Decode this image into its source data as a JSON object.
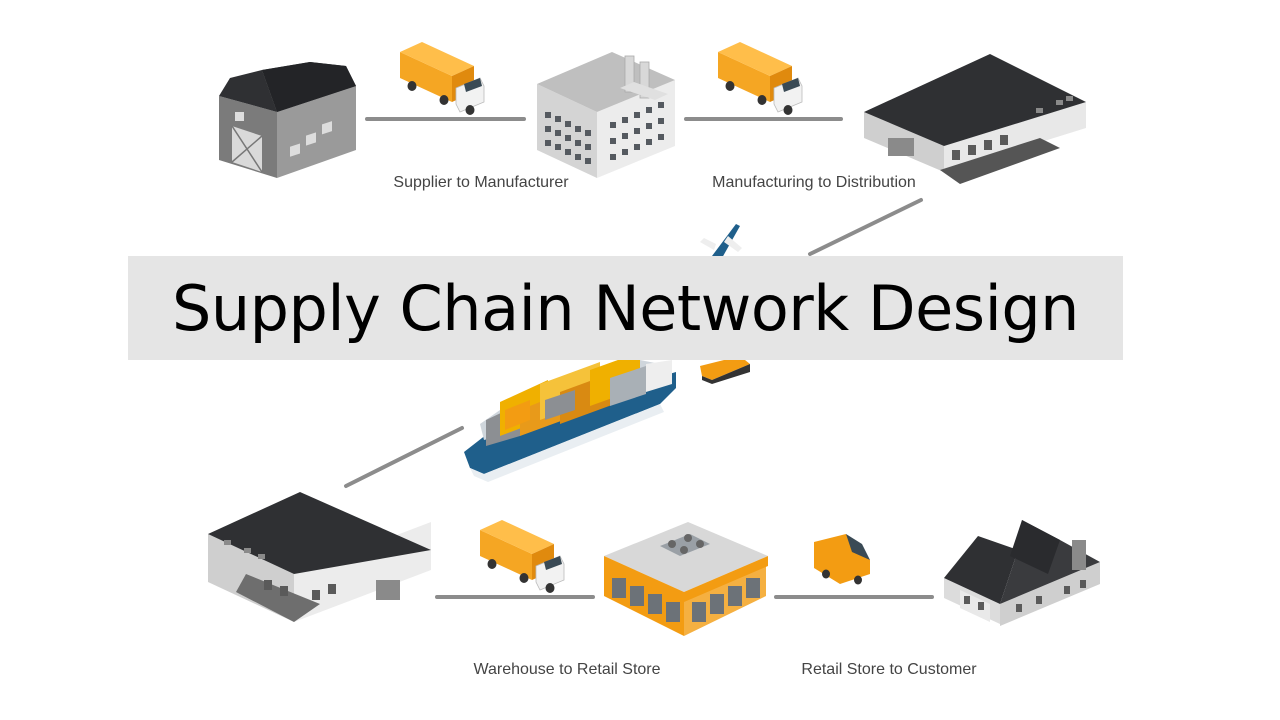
{
  "title": "Supply Chain Network Design",
  "captions": {
    "supplier_to_manufacturer": "Supplier to Manufacturer",
    "manufacturing_to_distribution": "Manufacturing to Distribution",
    "warehouse_to_retail_store": "Warehouse to Retail Store",
    "retail_store_to_customer": "Retail Store to Customer"
  },
  "colors": {
    "truck_cargo": "#f39c12",
    "roof_dark": "#2f3033",
    "wall_light": "#e6e6e6",
    "connector_gray": "#8c8c8c",
    "title_band": "#e5e5e5",
    "ship_hull": "#1f5f8b"
  },
  "icons": [
    "barn-icon",
    "truck-icon",
    "factory-icon",
    "distribution-center-icon",
    "airplane-icon",
    "container-ship-icon",
    "train-icon",
    "warehouse-icon",
    "retail-store-icon",
    "delivery-van-icon",
    "house-icon"
  ]
}
